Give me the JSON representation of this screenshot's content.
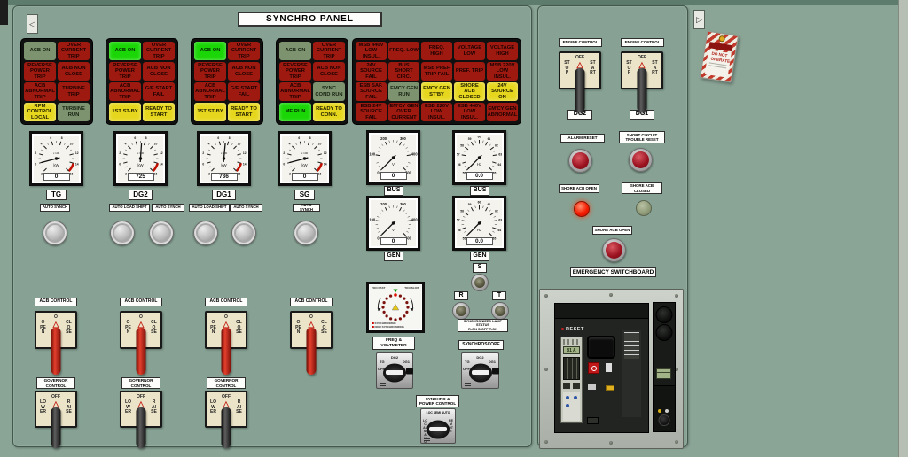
{
  "title": "SYNCHRO PANEL",
  "nav": {
    "left": "◁",
    "right": "▷"
  },
  "lamp_groups": [
    {
      "id": "TG",
      "cells": [
        {
          "label": "ACB ON",
          "state": "gdim"
        },
        {
          "label": "OVER CURRENT TRIP",
          "state": "red"
        },
        {
          "label": "REVERSE POWER TRIP",
          "state": "red"
        },
        {
          "label": "ACB NON CLOSE",
          "state": "red"
        },
        {
          "label": "ACB ABNORMAL TRIP",
          "state": "red"
        },
        {
          "label": "TURBINE TRIP",
          "state": "red"
        },
        {
          "label": "RPM CONTROL LOCAL",
          "state": "ylit"
        },
        {
          "label": "TURBINE RUN",
          "state": "gdim"
        }
      ]
    },
    {
      "id": "DG2",
      "cells": [
        {
          "label": "ACB ON",
          "state": "glit"
        },
        {
          "label": "OVER CURRENT TRIP",
          "state": "red"
        },
        {
          "label": "REVERSE POWER TRIP",
          "state": "red"
        },
        {
          "label": "ACB NON CLOSE",
          "state": "red"
        },
        {
          "label": "ACB ABNORMAL TRIP",
          "state": "red"
        },
        {
          "label": "G/E START FAIL",
          "state": "red"
        },
        {
          "label": "1ST ST-BY",
          "state": "ylit"
        },
        {
          "label": "READY TO START",
          "state": "ylit"
        }
      ]
    },
    {
      "id": "DG1",
      "cells": [
        {
          "label": "ACB ON",
          "state": "glit"
        },
        {
          "label": "OVER CURRENT TRIP",
          "state": "red"
        },
        {
          "label": "REVERSE POWER TRIP",
          "state": "red"
        },
        {
          "label": "ACB NON CLOSE",
          "state": "red"
        },
        {
          "label": "ACB ABNORMAL TRIP",
          "state": "red"
        },
        {
          "label": "G/E START FAIL",
          "state": "red"
        },
        {
          "label": "1ST ST-BY",
          "state": "ylit"
        },
        {
          "label": "READY TO START",
          "state": "ylit"
        }
      ]
    },
    {
      "id": "SG",
      "cells": [
        {
          "label": "ACB ON",
          "state": "gdim"
        },
        {
          "label": "OVER CURRENT TRIP",
          "state": "red"
        },
        {
          "label": "REVERSE POWER TRIP",
          "state": "red"
        },
        {
          "label": "ACB NON CLOSE",
          "state": "red"
        },
        {
          "label": "ACB ABNORMAL TRIP",
          "state": "red"
        },
        {
          "label": "SYNC COND RUN",
          "state": "gdim"
        },
        {
          "label": "ME RUN",
          "state": "glit"
        },
        {
          "label": "READY TO CONN.",
          "state": "ylit"
        }
      ]
    }
  ],
  "alarm_matrix": [
    {
      "label": "MSB 440V LOW INSUL.",
      "state": "red"
    },
    {
      "label": "FREQ. LOW",
      "state": "red"
    },
    {
      "label": "FREQ. HIGH",
      "state": "red"
    },
    {
      "label": "VOLTAGE LOW",
      "state": "red"
    },
    {
      "label": "VOLTAGE HIGH",
      "state": "red"
    },
    {
      "label": "24V SOURCE FAIL",
      "state": "red"
    },
    {
      "label": "BUS SHORT CIRC.",
      "state": "red"
    },
    {
      "label": "MSB PREF TRIP FAIL",
      "state": "red"
    },
    {
      "label": "PREF. TRIP",
      "state": "red"
    },
    {
      "label": "MSB 220V LOW INSUL.",
      "state": "red"
    },
    {
      "label": "ESB SAF. SOURCE FAIL",
      "state": "red"
    },
    {
      "label": "EMCY GEN RUN",
      "state": "gdim"
    },
    {
      "label": "EMCY GEN ST'BY",
      "state": "ylit"
    },
    {
      "label": "SHORE ACB CLOSED",
      "state": "ylit"
    },
    {
      "label": "24V SOURCE ON",
      "state": "ylit"
    },
    {
      "label": "ESB 24V SOURCE FAIL",
      "state": "red"
    },
    {
      "label": "EM'CY GEN OVER CURRENT",
      "state": "red"
    },
    {
      "label": "ESB 220V LOW INSUL.",
      "state": "red"
    },
    {
      "label": "ESB 440V LOW INSUL.",
      "state": "red"
    },
    {
      "label": "EM'CY GEN ABNORMAL",
      "state": "red"
    }
  ],
  "gauges": [
    {
      "id": "TG",
      "unit": "kW",
      "multiplier": "x 100",
      "min": -2,
      "max": 16,
      "minor": 1,
      "labels": [
        -2,
        0,
        2,
        4,
        6,
        8,
        10,
        12,
        14,
        16
      ],
      "red_from": 14,
      "needle": 0,
      "readout": "0"
    },
    {
      "id": "DG2",
      "unit": "kW",
      "multiplier": "x 100",
      "min": -2,
      "max": 16,
      "minor": 1,
      "labels": [
        -2,
        0,
        2,
        4,
        6,
        8,
        10,
        12,
        14,
        16
      ],
      "red_from": 14,
      "needle": 7.25,
      "readout": "725"
    },
    {
      "id": "DG1",
      "unit": "kW",
      "multiplier": "x 100",
      "min": -2,
      "max": 16,
      "minor": 1,
      "labels": [
        -2,
        0,
        2,
        4,
        6,
        8,
        10,
        12,
        14,
        16
      ],
      "red_from": 14,
      "needle": 7.36,
      "readout": "736"
    },
    {
      "id": "SG",
      "unit": "kW",
      "multiplier": "x 100",
      "min": -2,
      "max": 16,
      "minor": 1,
      "labels": [
        -2,
        0,
        2,
        4,
        6,
        8,
        10,
        12,
        14,
        16
      ],
      "red_from": 14,
      "needle": 0,
      "readout": "0"
    },
    {
      "id": "BUS",
      "unit": "V",
      "min": 0,
      "max": 500,
      "minor": 25,
      "labels": [
        0,
        100,
        200,
        300,
        400,
        500
      ],
      "needle": 0,
      "readout": "0"
    },
    {
      "id": "BUS",
      "unit": "Hz",
      "min": 55,
      "max": 65,
      "minor": 0.5,
      "labels": [
        55,
        56,
        57,
        58,
        59,
        60,
        61,
        62,
        63,
        64,
        65
      ],
      "needle": 55,
      "readout": "0.0"
    },
    {
      "id": "GEN",
      "unit": "V",
      "min": 0,
      "max": 500,
      "minor": 25,
      "labels": [
        0,
        100,
        200,
        300,
        400,
        500
      ],
      "needle": 0,
      "readout": "0"
    },
    {
      "id": "GEN",
      "unit": "Hz",
      "min": 55,
      "max": 65,
      "minor": 0.5,
      "labels": [
        55,
        56,
        57,
        58,
        59,
        60,
        61,
        62,
        63,
        64,
        65
      ],
      "needle": 55,
      "readout": "0.0"
    }
  ],
  "sync_buttons": [
    "AUTO SYNCH",
    "AUTO LOAD SHIFT",
    "AUTO SYNCH",
    "AUTO LOAD SHIFT",
    "AUTO SYNCH",
    "AUTO SYNCH"
  ],
  "acb_control": {
    "label": "ACB CONTROL",
    "top": "O",
    "left": "OPEN",
    "right": "CLOSE"
  },
  "governor_control": {
    "label": "GOVERNOR CONTROL",
    "top": "OFF",
    "left": "LOWER",
    "right": "RAISE"
  },
  "engine_control": {
    "label": "ENGINE CONTROL",
    "top": "OFF",
    "left": "STOP",
    "right": "START",
    "units": [
      "DG2",
      "DG1"
    ]
  },
  "synchroscope": {
    "too_fast": "TOO FAST",
    "too_slow": "TOO SLOW",
    "legend_1": "SYNCHRONIZED",
    "legend_2": "NOW SYNCHRONIZING"
  },
  "srt": {
    "s": "S",
    "r": "R",
    "t": "T",
    "status_1": "SYNCHRONIZED LAMP",
    "status_2": "STATUS",
    "status_3": "R-ON S-OFF T-ON"
  },
  "selectors": {
    "freq_volt": {
      "label": "FREQ & VOLTMETER",
      "pos_tl": "TG",
      "pos_t": "DG2",
      "pos_tr": "DG1",
      "pos_l": "OFF"
    },
    "synchroscope": {
      "label": "SYNCHROSCOPE",
      "pos_tl": "TG",
      "pos_t": "DG2",
      "pos_tr": "DG1",
      "pos_l": "OFF"
    },
    "synchro_power": {
      "label": "SYNCHRO & POWER CONTROL",
      "pos_t": "LOC SEMI AUTO",
      "pos_l": "LOCAL MANU",
      "pos_r": "REMOTE"
    }
  },
  "right_panel": {
    "alarm_reset": "ALARM RESET",
    "short_circuit": "SHORT CIRCUIT TROUBLE RESET",
    "shore_open_lamp": "SHORE ACB OPEN",
    "shore_closed_lamp": "SHORE ACB CLOSED",
    "shore_open_button": "SHORE ACB OPEN",
    "esb_title": "EMERGENCY SWITCHBOARD"
  },
  "breaker": {
    "reset_label": "RESET",
    "display": "81 A"
  },
  "tag": {
    "text": "DO NOT OPERATE"
  },
  "colors": {
    "panel": "#87a294",
    "lamp_red": "#9e1a10",
    "lamp_green_lit": "#1bd607",
    "lamp_green_dim": "#7d9370",
    "lamp_yellow": "#e6d71e",
    "lever_red": "#c62717",
    "shore_open_lit": "#ff2a00"
  }
}
